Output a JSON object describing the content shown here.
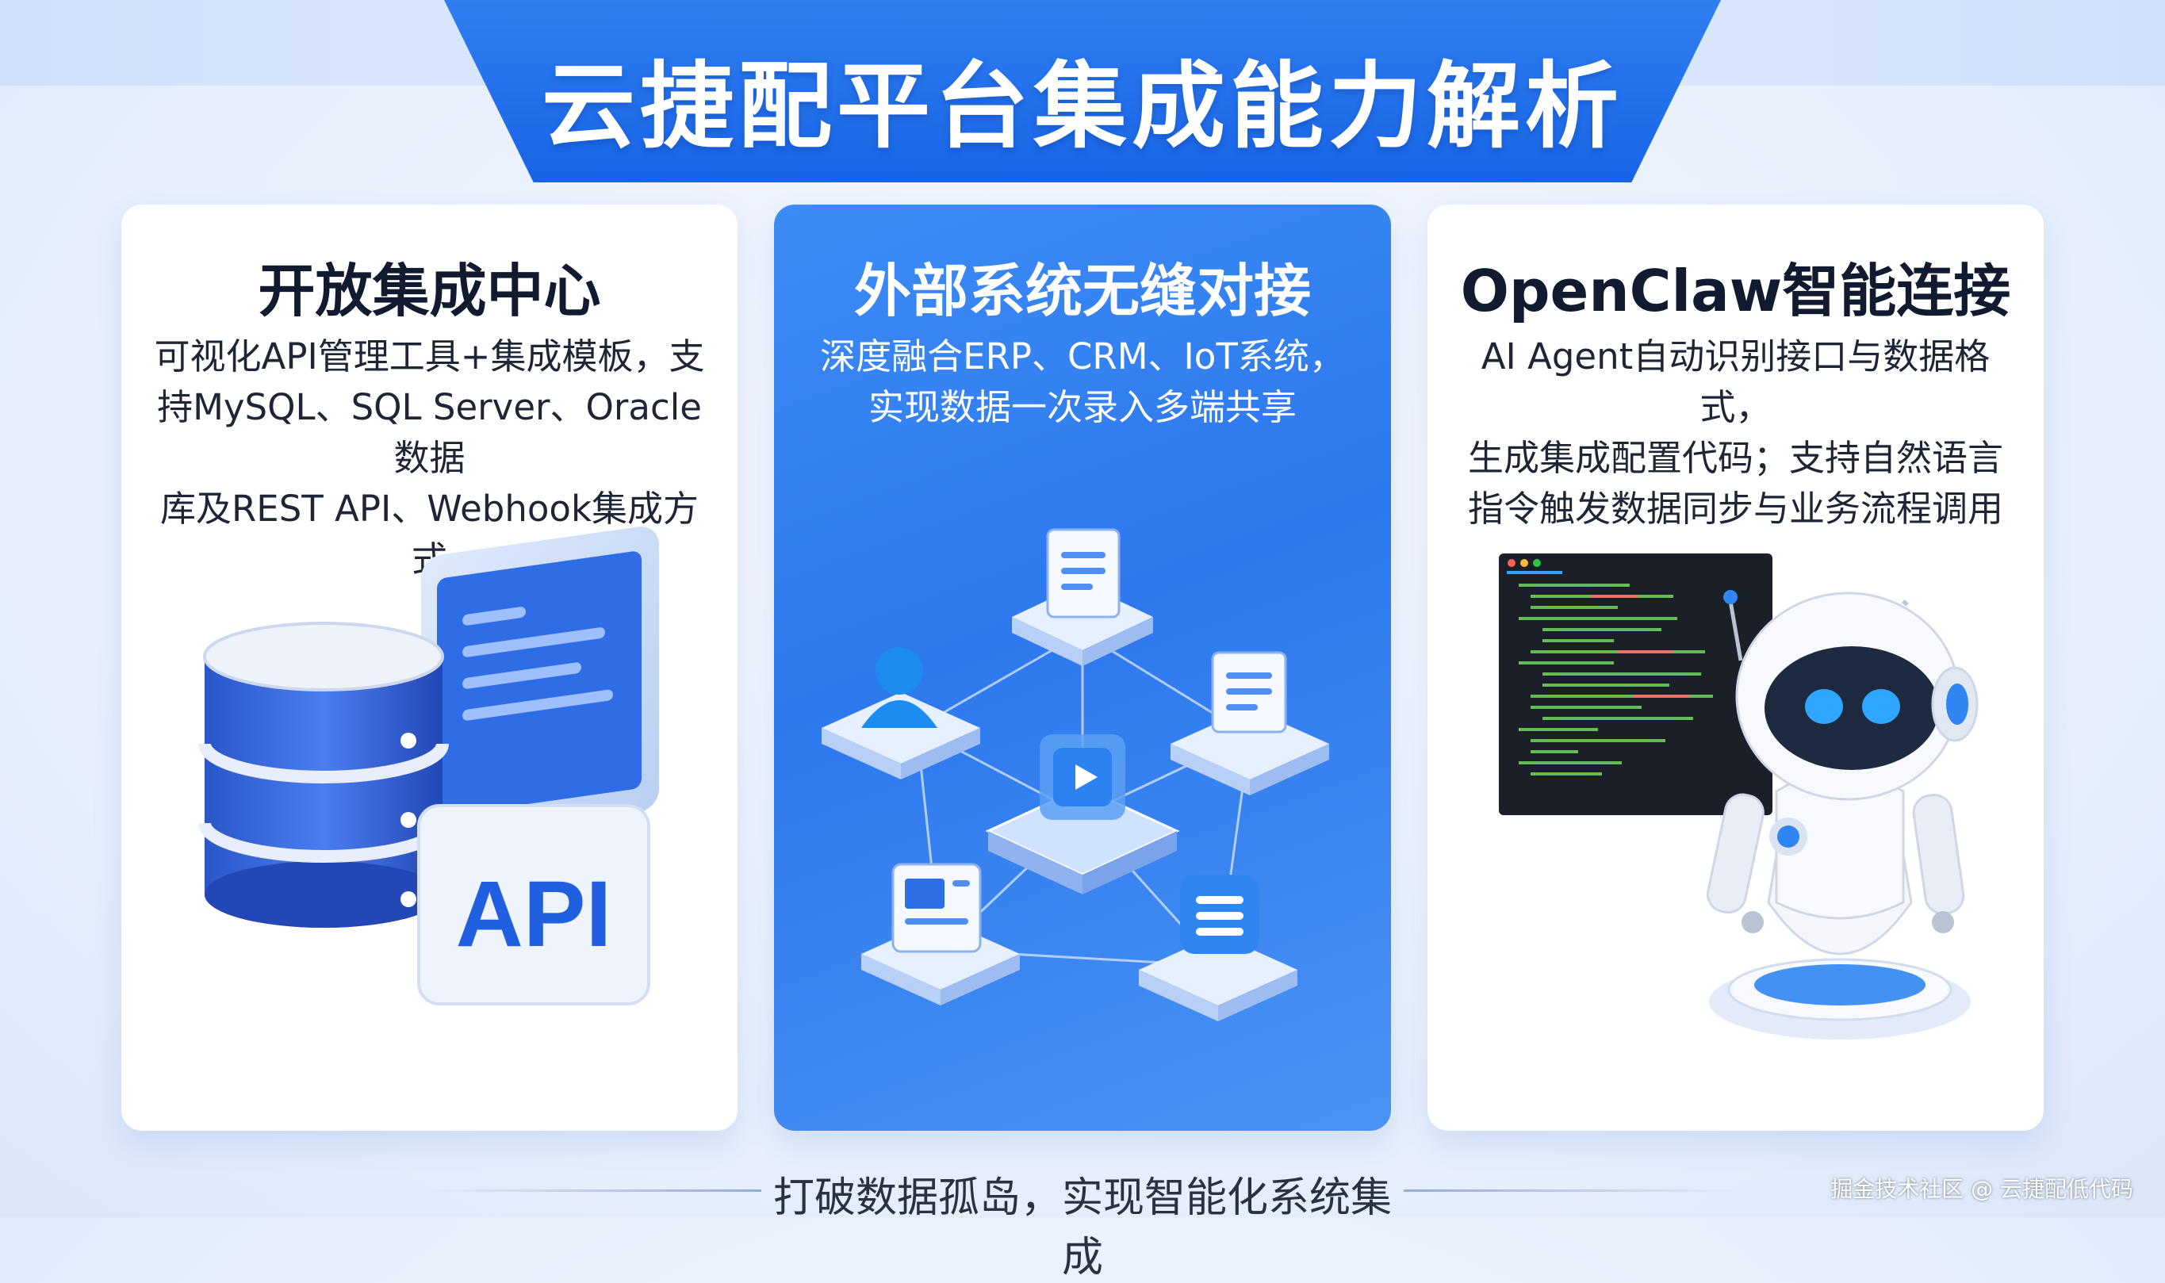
{
  "header": {
    "title": "云捷配平台集成能力解析"
  },
  "cards": [
    {
      "title": "开放集成中心",
      "description": "可视化API管理工具+集成模板，支\n持MySQL、SQL Server、Oracle数据\n库及REST API、Webhook集成方式",
      "illustration": {
        "badge_text": "API",
        "icons": [
          "database-icon",
          "api-screen-icon"
        ]
      }
    },
    {
      "title": "外部系统无缝对接",
      "description": "深度融合ERP、CRM、IoT系统，\n实现数据一次录入多端共享",
      "illustration": {
        "icons": [
          "document-icon",
          "user-icon",
          "form-icon",
          "hub-video-icon",
          "server-icon",
          "list-icon"
        ]
      }
    },
    {
      "title": "OpenClaw智能连接",
      "description": "AI Agent自动识别接口与数据格式，\n生成集成配置代码；支持自然语言\n指令触发数据同步与业务流程调用",
      "illustration": {
        "icons": [
          "code-editor-icon",
          "robot-icon"
        ]
      }
    }
  ],
  "footer": {
    "tagline": "打破数据孤岛，实现智能化系统集成",
    "watermark": "掘金技术社区 @ 云捷配低代码"
  },
  "colors": {
    "primary": "#1e6ff0",
    "card_blue": "#3584f2",
    "title_dark": "#111a2e",
    "code_bg": "#1b1f27"
  }
}
